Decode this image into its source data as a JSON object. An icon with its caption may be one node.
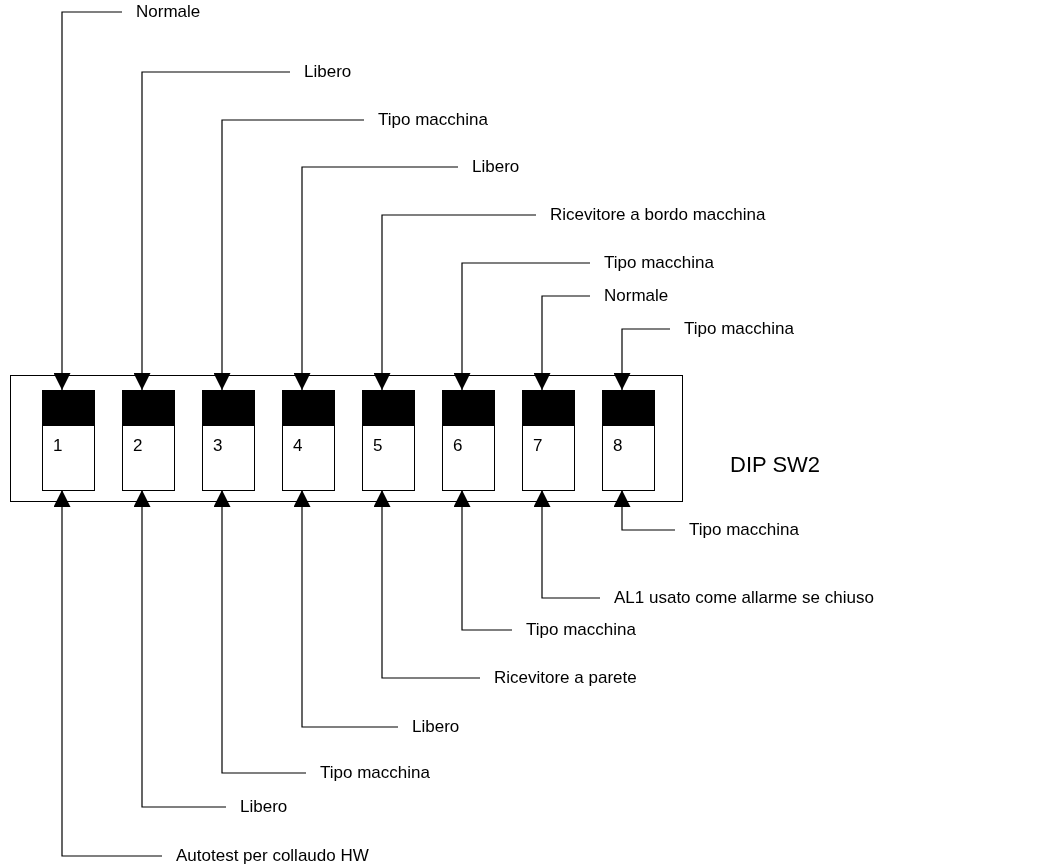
{
  "diagram": {
    "nodes": [
      {
        "text": [],
        "shape": "box",
        "beside": [
          "DIP SW2"
        ]
      },
      {
        "text": [
          "1"
        ],
        "in": 0
      },
      {
        "text": [
          "2"
        ],
        "in": 0
      },
      {
        "text": [
          "3"
        ],
        "in": 0
      },
      {
        "text": [
          "4"
        ],
        "in": 0
      },
      {
        "text": [
          "5"
        ],
        "in": 0
      },
      {
        "text": [
          "6"
        ],
        "in": 0
      },
      {
        "text": [
          "7"
        ],
        "in": 0
      },
      {
        "text": [
          "8"
        ],
        "in": 0
      },
      {
        "text": [
          "Normale"
        ]
      },
      {
        "text": [
          "Libero"
        ]
      },
      {
        "text": [
          "Tipo macchina"
        ]
      },
      {
        "text": [
          "Libero"
        ]
      },
      {
        "text": [
          "Ricevitore a bordo macchina"
        ]
      },
      {
        "text": [
          "Tipo macchina"
        ]
      },
      {
        "text": [
          "Normale"
        ]
      },
      {
        "text": [
          "Tipo macchina"
        ]
      },
      {
        "text": [
          "Tipo macchina"
        ]
      },
      {
        "text": [
          "AL1 usato come allarme se chiuso"
        ]
      },
      {
        "text": [
          "Tipo macchina"
        ]
      },
      {
        "text": [
          "Ricevitore a parete"
        ]
      },
      {
        "text": [
          "Libero"
        ]
      },
      {
        "text": [
          "Tipo macchina"
        ]
      },
      {
        "text": [
          "Libero"
        ]
      },
      {
        "text": [
          "Autotest per collaudo HW"
        ]
      }
    ],
    "edges": [
      {
        "from": 9,
        "to": 1,
        "arrow": "to"
      },
      {
        "from": 10,
        "to": 2,
        "arrow": "to"
      },
      {
        "from": 11,
        "to": 3,
        "arrow": "to"
      },
      {
        "from": 12,
        "to": 4,
        "arrow": "to"
      },
      {
        "from": 13,
        "to": 5,
        "arrow": "to"
      },
      {
        "from": 14,
        "to": 6,
        "arrow": "to"
      },
      {
        "from": 15,
        "to": 7,
        "arrow": "to"
      },
      {
        "from": 16,
        "to": 8,
        "arrow": "to"
      },
      {
        "from": 17,
        "to": 8,
        "arrow": "to"
      },
      {
        "from": 18,
        "to": 7,
        "arrow": "to"
      },
      {
        "from": 19,
        "to": 6,
        "arrow": "to"
      },
      {
        "from": 20,
        "to": 5,
        "arrow": "to"
      },
      {
        "from": 21,
        "to": 4,
        "arrow": "to"
      },
      {
        "from": 22,
        "to": 3,
        "arrow": "to"
      },
      {
        "from": 23,
        "to": 2,
        "arrow": "to"
      },
      {
        "from": 24,
        "to": 1,
        "arrow": "to"
      }
    ]
  }
}
